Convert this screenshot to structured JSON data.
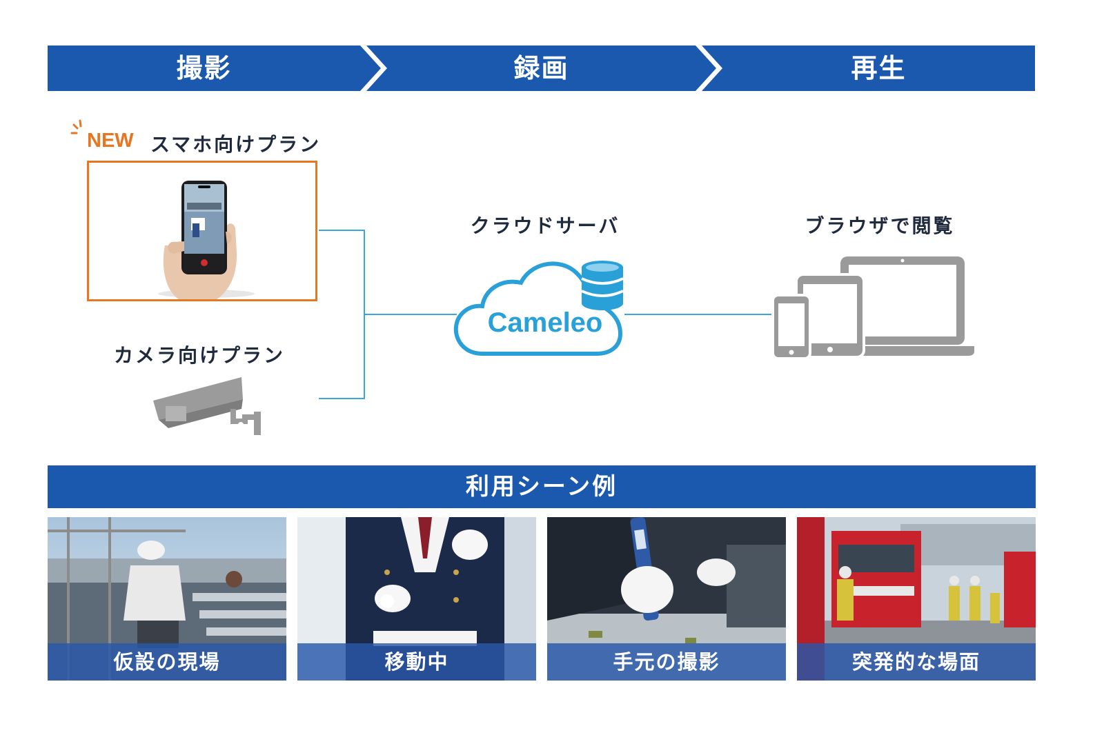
{
  "stages": [
    {
      "label": "撮影"
    },
    {
      "label": "録画"
    },
    {
      "label": "再生"
    }
  ],
  "plans": {
    "smartphone": {
      "badge": "NEW",
      "title": "スマホ向けプラン"
    },
    "camera": {
      "title": "カメラ向けプラン"
    }
  },
  "cloud": {
    "title": "クラウドサーバ",
    "name": "Cameleo"
  },
  "browser": {
    "title": "ブラウザで閲覧"
  },
  "usage": {
    "title": "利用シーン例",
    "scenes": [
      {
        "label": "仮設の現場"
      },
      {
        "label": "移動中"
      },
      {
        "label": "手元の撮影"
      },
      {
        "label": "突発的な場面"
      }
    ]
  },
  "colors": {
    "primary_blue": "#1a59ad",
    "accent_orange": "#e6761f",
    "cloud_blue": "#2aa0d8",
    "device_gray": "#9a9a9a"
  },
  "icons": [
    "smartphone-icon",
    "security-camera-icon",
    "cloud-database-icon",
    "devices-icon"
  ]
}
